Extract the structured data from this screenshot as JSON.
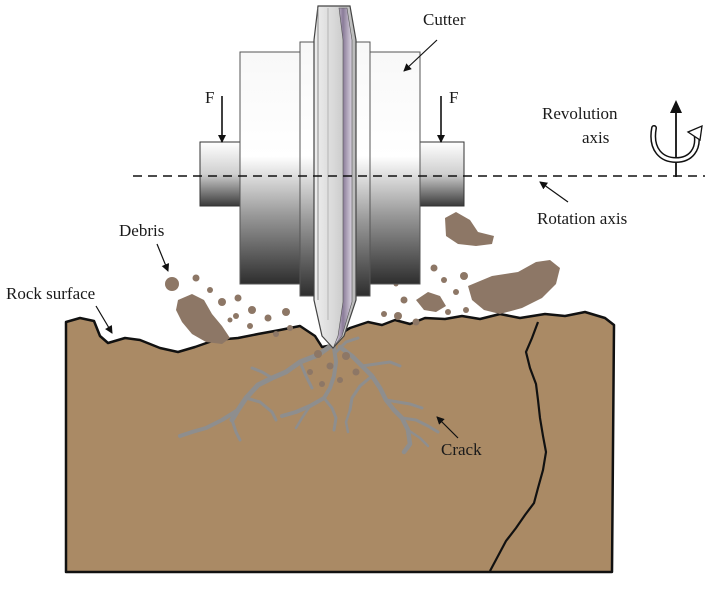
{
  "labels": {
    "cutter": "Cutter",
    "force_left": "F",
    "force_right": "F",
    "revolution_axis_line1": "Revolution",
    "revolution_axis_line2": "axis",
    "rotation_axis": "Rotation axis",
    "debris": "Debris",
    "rock_surface": "Rock surface",
    "crack": "Crack"
  },
  "colors": {
    "rock": "#aa8a65",
    "debris": "#8d7766",
    "crack": "#8e8e8e",
    "outline": "#111111"
  }
}
